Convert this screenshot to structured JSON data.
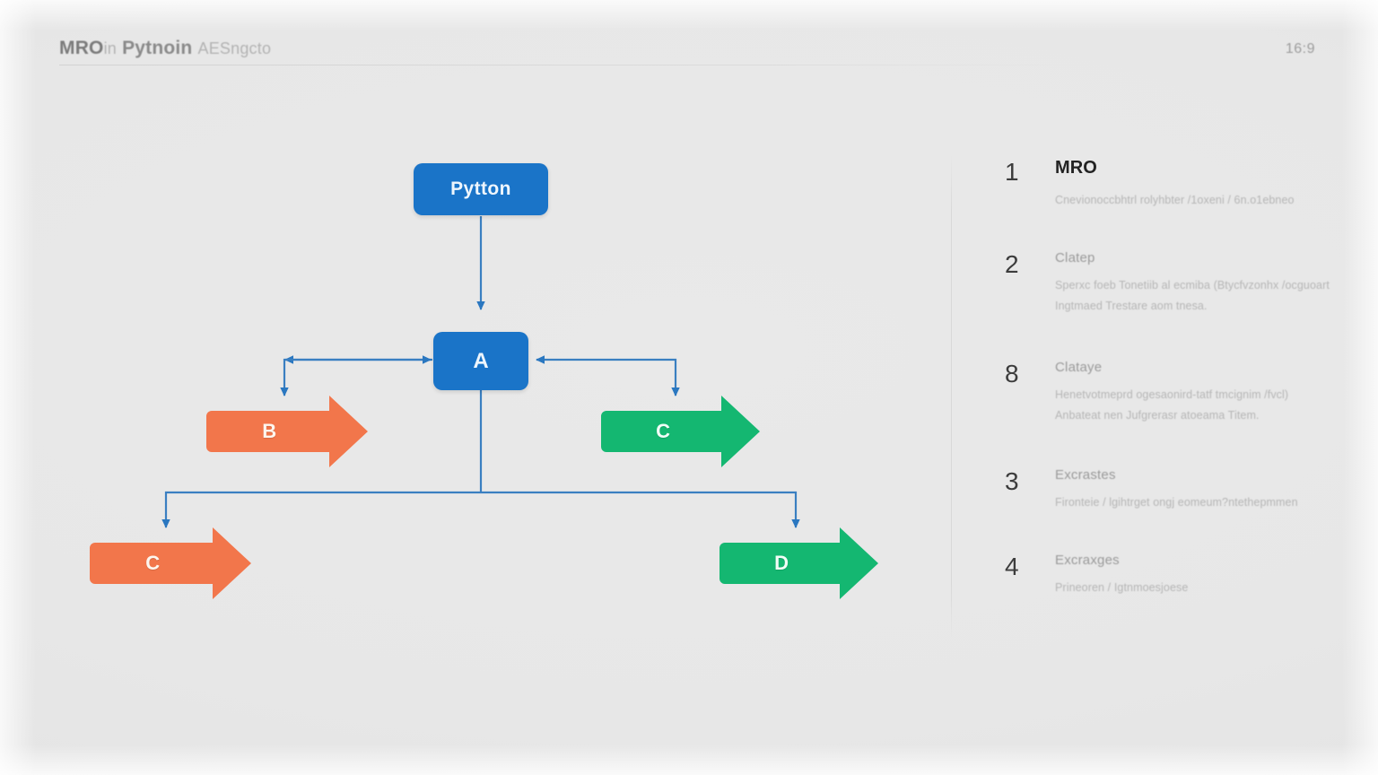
{
  "header": {
    "title_main": "MRO",
    "title_sup": "in",
    "title_mid": "Pytnoin",
    "title_faint": "AESngcto",
    "aspect_ratio": "16:9"
  },
  "colors": {
    "blue": "#1a74c8",
    "blue_dark": "#1668b8",
    "orange": "#f2764b",
    "green": "#14b771",
    "connector": "#3a7fc1",
    "background": "#e7e7e7",
    "number": "#3c3c3c"
  },
  "diagram": {
    "nodes": [
      {
        "id": "python",
        "label": "Pytton",
        "shape": "rounded-rect",
        "color": "#1a74c8"
      },
      {
        "id": "a",
        "label": "A",
        "shape": "rounded-rect",
        "color": "#1a74c8"
      },
      {
        "id": "b",
        "label": "B",
        "shape": "block-arrow",
        "color": "#f2764b"
      },
      {
        "id": "c_right",
        "label": "C",
        "shape": "block-arrow",
        "color": "#14b771"
      },
      {
        "id": "c_bottom",
        "label": "C",
        "shape": "block-arrow",
        "color": "#f2764b"
      },
      {
        "id": "d",
        "label": "D",
        "shape": "block-arrow",
        "color": "#14b771"
      }
    ],
    "connectors": [
      {
        "from": "python",
        "to": "a",
        "style": "straight-down"
      },
      {
        "from": "a",
        "to": "b",
        "style": "elbow-left-down"
      },
      {
        "from": "a",
        "to": "c_right",
        "style": "elbow-right-down"
      },
      {
        "from": "a",
        "to": "c_bottom",
        "style": "bus-down-left"
      },
      {
        "from": "a",
        "to": "d",
        "style": "bus-down-right"
      }
    ]
  },
  "panel": {
    "items": [
      {
        "number": "1",
        "title": "MRO",
        "desc": [
          "Cnevionoccbhtrl rolyhbter /1oxeni / 6n.o1ebneo"
        ]
      },
      {
        "number": "2",
        "title": "Clatep",
        "desc": [
          "Sperxc foeb Tonetiib al ecmiba (Btycfvzonhx /ocguoart",
          "Ingtmaed Trestare aom tnesa."
        ]
      },
      {
        "number": "8",
        "title": "Clataye",
        "desc": [
          "Henetvotmeprd ogesaonird-tatf tmcignim /fvcl)",
          "Anbateat nen Jufgrerasr atoeama Titem."
        ]
      },
      {
        "number": "3",
        "title": "Excrastes",
        "desc": [
          "Fironteie / lgihtrget ongj eomeum?ntethepmmen"
        ]
      },
      {
        "number": "4",
        "title": "Excraxges",
        "desc": [
          "Prineoren / Igtnmoesjoese"
        ]
      }
    ]
  }
}
